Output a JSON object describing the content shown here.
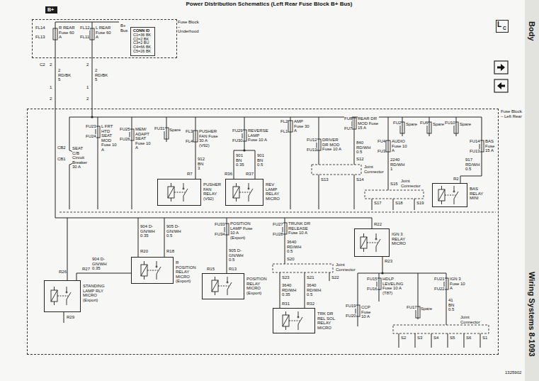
{
  "diagram": {
    "title": "Power Distribution Schematics (Left Rear Fuse Block B+ Bus)",
    "nodes": [
      {
        "text": [
          "B+"
        ]
      },
      {
        "text": [
          "Fuse Block – Underhood"
        ]
      },
      {
        "text": [
          "CONN ID",
          "C1=36 BK",
          "C2=2 BK",
          "C3=2 BU",
          "C4=66 BK",
          "C5=26 BK"
        ],
        "in": 1
      },
      {
        "text": [
          "L",
          "C"
        ]
      },
      {
        "text": [
          "Fuse Block – Left Rear"
        ]
      },
      {
        "text": [
          "PUSHER FAN RELAY (V92)"
        ],
        "in": 4
      },
      {
        "text": [
          "REV LAMP RELAY MICRO"
        ],
        "in": 4
      },
      {
        "text": [
          "BAS RELAY MINI"
        ],
        "in": 4
      },
      {
        "text": [
          "IGN 3 RELAY MICRO"
        ],
        "in": 4
      },
      {
        "text": [
          "R POSITION RELAY MICRO (Export)"
        ],
        "in": 4
      },
      {
        "text": [
          "POSITION RELAY MICRO (Export)"
        ],
        "in": 4
      },
      {
        "text": [
          "STANDING LAMP RLY MICRO (Export)"
        ],
        "in": 4
      },
      {
        "text": [
          "TRK DR REL SOL RELAY MICRO"
        ],
        "in": 4
      }
    ],
    "edges": [
      {
        "from": 1,
        "to": 4,
        "arrow": "none"
      },
      {
        "from": 1,
        "to": 4,
        "arrow": "none"
      }
    ],
    "labels": [
      "FL14",
      "FL13",
      "R REAR Fuse 60 A",
      "FL12",
      "FL11",
      "L REAR Fuse 60 A",
      "B+ Bus",
      "C2",
      "2",
      "2 RD/BK 5",
      "2",
      "2 RD/BK 5",
      "1",
      "2",
      "1",
      "2",
      "CB2",
      "CB1",
      "SEAT C/B Circuit Breaker 30 A",
      "FU23",
      "FU24",
      "L FRT HTD SEAT MOD Fuse 10 A",
      "FU25",
      "FU26",
      "MEM/ ADAPT SEAT Fuse 10 A",
      "FU31",
      "Spare",
      "FL3",
      "FL4",
      "PUSHER FAN Fuse 30 A (V92)",
      "912 BN 3",
      "R7",
      "FU29",
      "FU30",
      "REVERSE LAMP Fuse 10 A",
      "901 BN 0.35",
      "901 BN 0.5",
      "R36",
      "R37",
      "FL2",
      "FL1",
      "AMP Fuse 30 A",
      "FU12",
      "FU11",
      "DRIVER DR MOD Fuse 10 A",
      "FU8",
      "FU7",
      "REAR DR MOD Fuse 15 A",
      "840 RD/WH 0.5",
      "S12",
      "Joint Connector",
      "S13",
      "S14",
      "FU2",
      "Spare",
      "FU6",
      "Spare",
      "FU10",
      "Spare",
      "FU4",
      "FU3",
      "AUDIO Fuse 10 A",
      "2240 RD/WH 1",
      "S15",
      "Joint Connector",
      "S17",
      "S18",
      "S19",
      "FU14",
      "FU13",
      "BAS Fuse 15 A",
      "917 RD/WH 0.5",
      "R2",
      "R26",
      "R27",
      "904 D-GN/WH 0.35",
      "R29",
      "904 D-GN/WH 0.35",
      "905 D-GN/WH 0.5",
      "R20",
      "R18",
      "FU33",
      "FU34",
      "POSITION LAMP Fuse 10 A (Export)",
      "905 D-GN/WH 0.5",
      "R15",
      "R13",
      "FU27",
      "FU28",
      "TRUNK DR RELEASE Fuse 10 A",
      "3640 RD/WH 0.5",
      "S20",
      "Joint Connector",
      "S23",
      "S21",
      "S22",
      "3640 RD/WH 0.35",
      "3640 RD/WH 0.5",
      "R31",
      "R32",
      "R22",
      "R23",
      "FU15",
      "FU16",
      "HDLP LEVELING Fuse 10 A (T87)",
      "FU19",
      "FU20",
      "CCP Fuse 10 A",
      "FU17",
      "Spare",
      "FU21",
      "FU22",
      "IGN 3 Fuse 10 A",
      "41 BN 0.5",
      "Joint Connector",
      "S2",
      "S3",
      "S4",
      "S5",
      "S6",
      "S1",
      "Body",
      "Wiring Systems 8-1093",
      "1325902"
    ]
  }
}
